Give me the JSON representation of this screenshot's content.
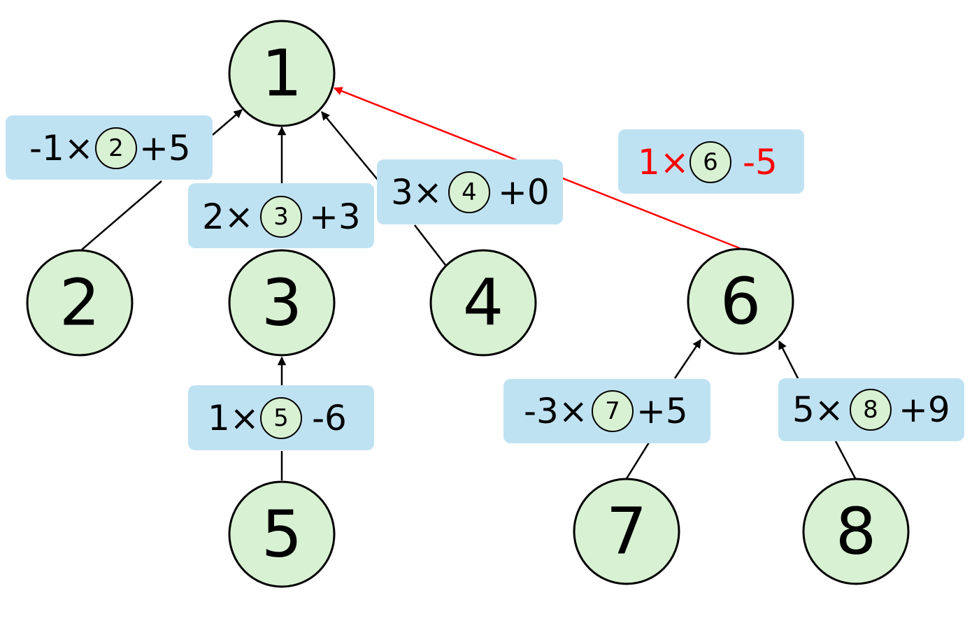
{
  "nodes": [
    {
      "id": "1",
      "label": "1"
    },
    {
      "id": "2",
      "label": "2"
    },
    {
      "id": "3",
      "label": "3"
    },
    {
      "id": "4",
      "label": "4"
    },
    {
      "id": "5",
      "label": "5"
    },
    {
      "id": "6",
      "label": "6"
    },
    {
      "id": "7",
      "label": "7"
    },
    {
      "id": "8",
      "label": "8"
    }
  ],
  "edges": [
    {
      "from": "2",
      "to": "1",
      "formula": {
        "coef": "-1×",
        "ref": "2",
        "offset": "+5"
      },
      "highlight": false
    },
    {
      "from": "3",
      "to": "1",
      "formula": {
        "coef": "2×",
        "ref": "3",
        "offset": "+3"
      },
      "highlight": false
    },
    {
      "from": "4",
      "to": "1",
      "formula": {
        "coef": "3×",
        "ref": "4",
        "offset": "+0"
      },
      "highlight": false
    },
    {
      "from": "5",
      "to": "3",
      "formula": {
        "coef": "1×",
        "ref": "5",
        "offset": "-6"
      },
      "highlight": false
    },
    {
      "from": "6",
      "to": "1",
      "formula": {
        "coef": "1×",
        "ref": "6",
        "offset": "-5"
      },
      "highlight": true
    },
    {
      "from": "7",
      "to": "6",
      "formula": {
        "coef": "-3×",
        "ref": "7",
        "offset": "+5"
      },
      "highlight": false
    },
    {
      "from": "8",
      "to": "6",
      "formula": {
        "coef": "5×",
        "ref": "8",
        "offset": "+9"
      },
      "highlight": false
    }
  ],
  "colors": {
    "node_fill": "#d9f1d3",
    "box_fill": "#bfe2f2",
    "highlight": "#ff0000"
  }
}
